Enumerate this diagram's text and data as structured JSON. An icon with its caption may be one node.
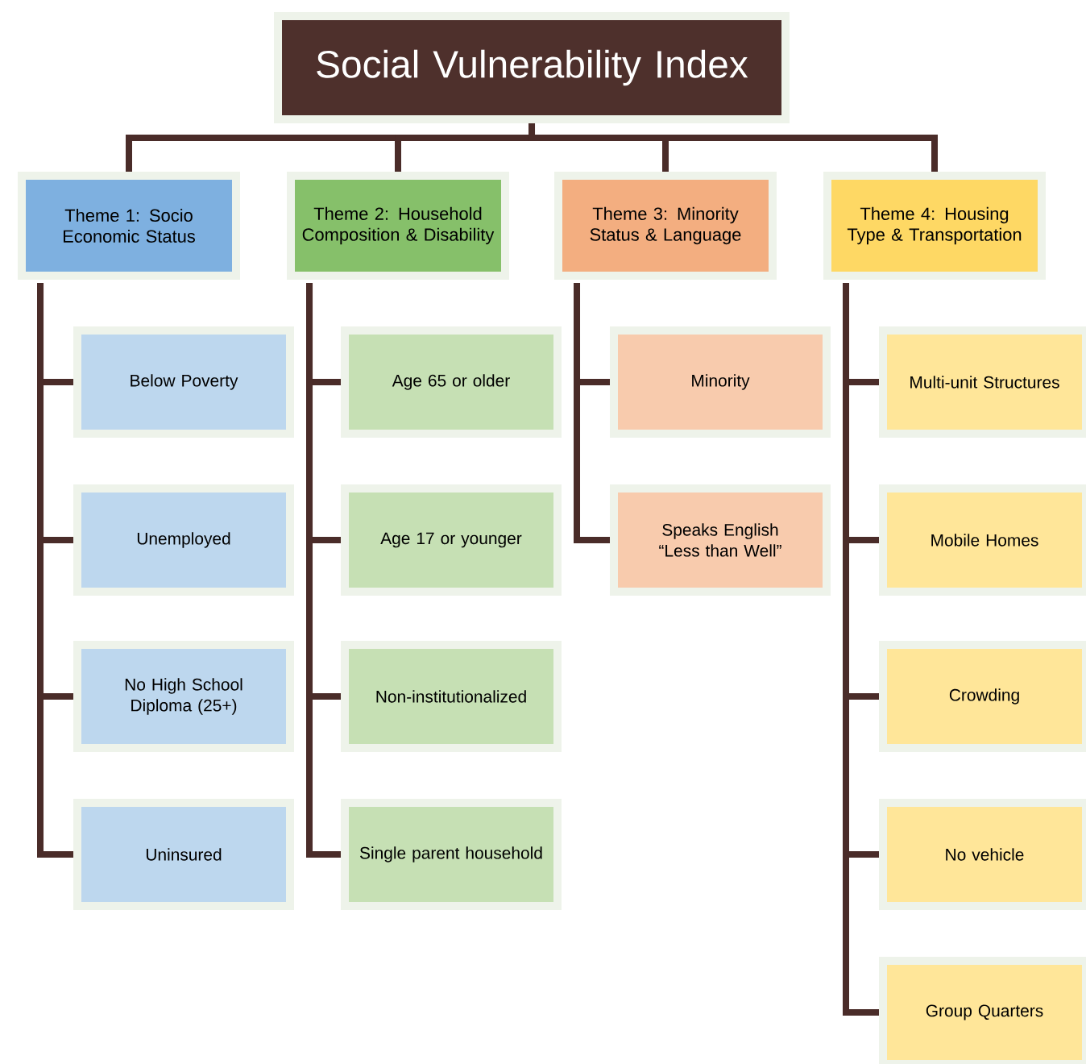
{
  "diagram": {
    "nodes": [
      {
        "text": [
          "Social Vulnerability Index"
        ]
      },
      {
        "text": [
          "Theme 1: Socio Economic Status"
        ]
      },
      {
        "text": [
          "Theme 2: Household Composition & Disability"
        ]
      },
      {
        "text": [
          "Theme 3: Minority Status & Language"
        ]
      },
      {
        "text": [
          "Theme 4: Housing Type & Transportation"
        ]
      },
      {
        "text": [
          "Below Poverty"
        ]
      },
      {
        "text": [
          "Unemployed"
        ]
      },
      {
        "text": [
          "No High School Diploma (25+)"
        ]
      },
      {
        "text": [
          "Uninsured"
        ]
      },
      {
        "text": [
          "Age 65 or older"
        ]
      },
      {
        "text": [
          "Age 17 or younger"
        ]
      },
      {
        "text": [
          "Non-institutionalized"
        ]
      },
      {
        "text": [
          "Single parent household"
        ]
      },
      {
        "text": [
          "Minority"
        ]
      },
      {
        "text": [
          "Speaks English “Less than Well”"
        ]
      },
      {
        "text": [
          "Multi-unit Structures"
        ]
      },
      {
        "text": [
          "Mobile Homes"
        ]
      },
      {
        "text": [
          "Crowding"
        ]
      },
      {
        "text": [
          "No vehicle"
        ]
      },
      {
        "text": [
          "Group Quarters"
        ]
      }
    ],
    "edges": [
      {
        "from": 0,
        "to": 1,
        "arrow": "none"
      },
      {
        "from": 0,
        "to": 2,
        "arrow": "none"
      },
      {
        "from": 0,
        "to": 3,
        "arrow": "none"
      },
      {
        "from": 0,
        "to": 4,
        "arrow": "none"
      },
      {
        "from": 1,
        "to": 5,
        "arrow": "none"
      },
      {
        "from": 1,
        "to": 6,
        "arrow": "none"
      },
      {
        "from": 1,
        "to": 7,
        "arrow": "none"
      },
      {
        "from": 1,
        "to": 8,
        "arrow": "none"
      },
      {
        "from": 2,
        "to": 9,
        "arrow": "none"
      },
      {
        "from": 2,
        "to": 10,
        "arrow": "none"
      },
      {
        "from": 2,
        "to": 11,
        "arrow": "none"
      },
      {
        "from": 2,
        "to": 12,
        "arrow": "none"
      },
      {
        "from": 3,
        "to": 13,
        "arrow": "none"
      },
      {
        "from": 3,
        "to": 14,
        "arrow": "none"
      },
      {
        "from": 4,
        "to": 15,
        "arrow": "none"
      },
      {
        "from": 4,
        "to": 16,
        "arrow": "none"
      },
      {
        "from": 4,
        "to": 17,
        "arrow": "none"
      },
      {
        "from": 4,
        "to": 18,
        "arrow": "none"
      },
      {
        "from": 4,
        "to": 19,
        "arrow": "none"
      }
    ]
  }
}
